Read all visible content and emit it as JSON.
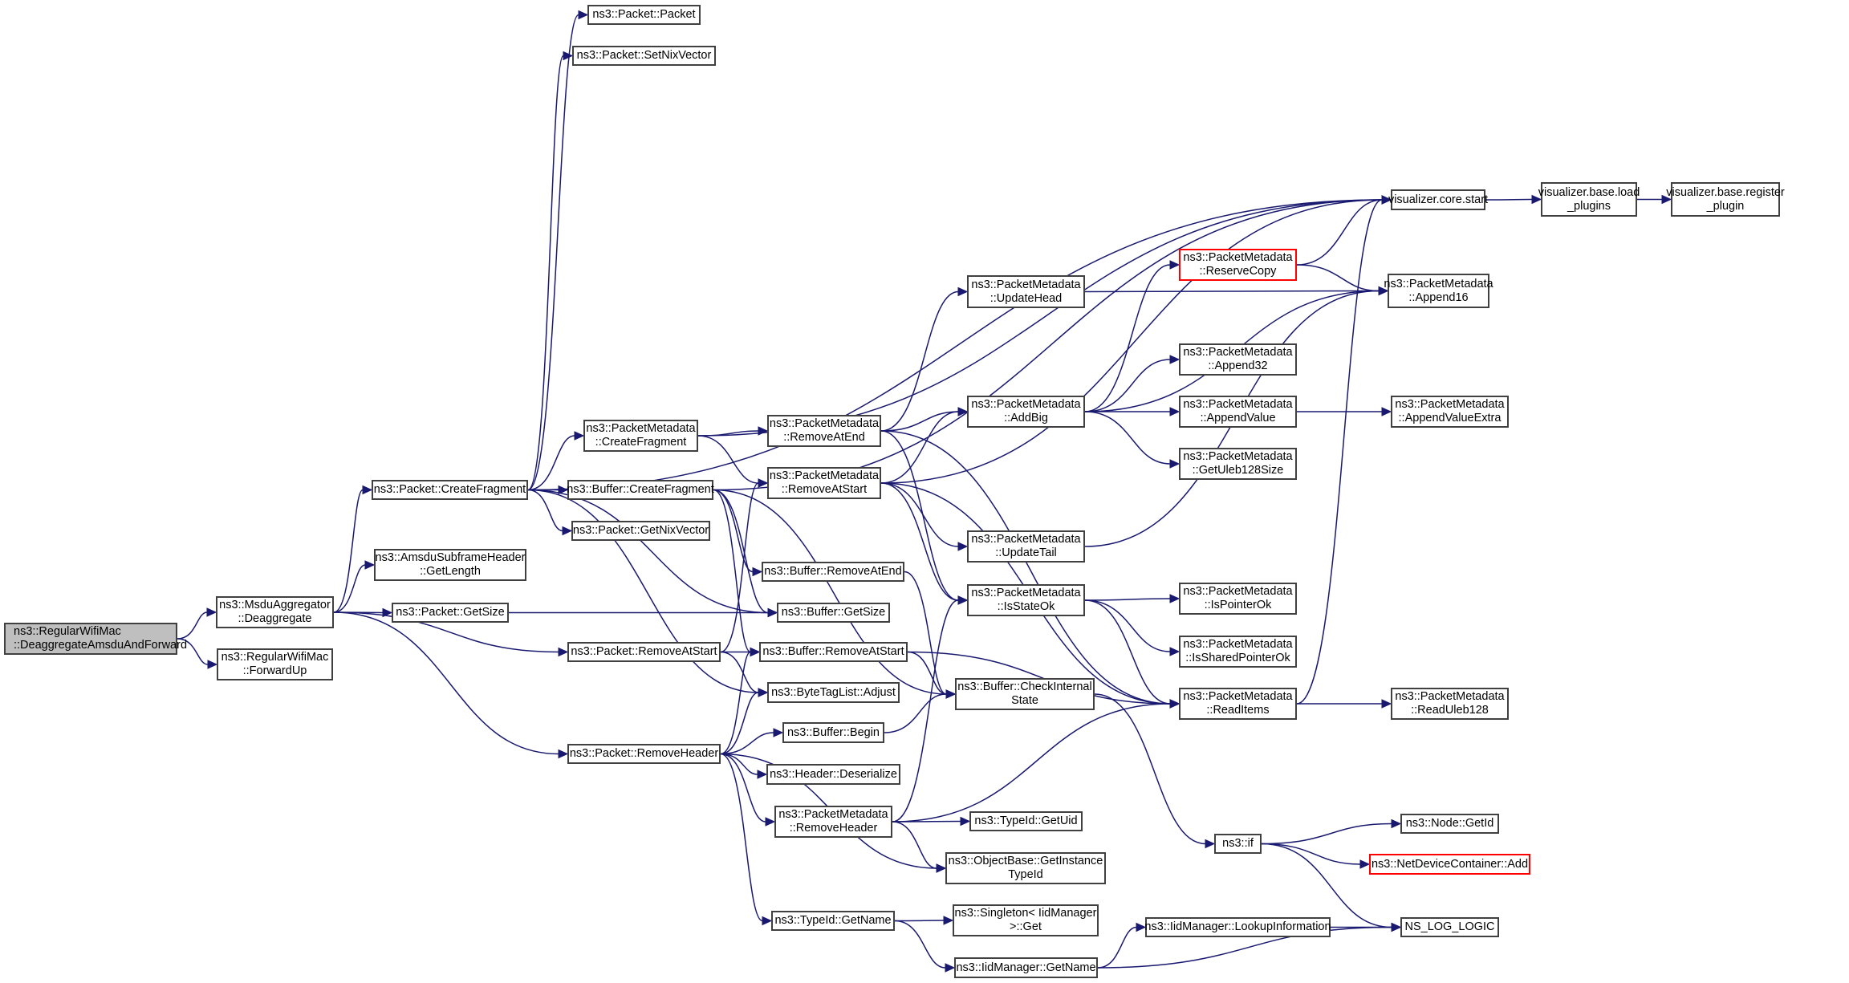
{
  "title": "Call graph for ns3::RegularWifiMac::DeaggregateAmsduAndForward",
  "colors": {
    "edge": "#191970",
    "root_fill": "#bfbfbf",
    "node_border": "#404040",
    "truncated_border": "#ff0000"
  },
  "nodes": [
    {
      "id": "root",
      "label": "ns3::RegularWifiMac\n::DeaggregateAmsduAndForward",
      "kind": "root"
    },
    {
      "id": "deaggregate",
      "label": "ns3::MsduAggregator\n::Deaggregate"
    },
    {
      "id": "forwardup",
      "label": "ns3::RegularWifiMac\n::ForwardUp"
    },
    {
      "id": "pkt_createfragment",
      "label": "ns3::Packet::CreateFragment"
    },
    {
      "id": "amsdu_getlength",
      "label": "ns3::AmsduSubframeHeader\n::GetLength"
    },
    {
      "id": "pkt_getsize",
      "label": "ns3::Packet::GetSize"
    },
    {
      "id": "pkt_removeatstart",
      "label": "ns3::Packet::RemoveAtStart"
    },
    {
      "id": "pkt_removeheader",
      "label": "ns3::Packet::RemoveHeader"
    },
    {
      "id": "pkt_packet",
      "label": "ns3::Packet::Packet"
    },
    {
      "id": "pkt_setnixvector",
      "label": "ns3::Packet::SetNixVector"
    },
    {
      "id": "pm_createfragment",
      "label": "ns3::PacketMetadata\n::CreateFragment"
    },
    {
      "id": "buf_createfragment",
      "label": "ns3::Buffer::CreateFragment"
    },
    {
      "id": "pkt_getnixvector",
      "label": "ns3::Packet::GetNixVector"
    },
    {
      "id": "buf_removeatend",
      "label": "ns3::Buffer::RemoveAtEnd"
    },
    {
      "id": "buf_getsize",
      "label": "ns3::Buffer::GetSize"
    },
    {
      "id": "buf_removeatstart",
      "label": "ns3::Buffer::RemoveAtStart"
    },
    {
      "id": "btl_adjust",
      "label": "ns3::ByteTagList::Adjust"
    },
    {
      "id": "buf_begin",
      "label": "ns3::Buffer::Begin"
    },
    {
      "id": "hdr_deserialize",
      "label": "ns3::Header::Deserialize"
    },
    {
      "id": "pm_removeheader",
      "label": "ns3::PacketMetadata\n::RemoveHeader"
    },
    {
      "id": "typeid_getname",
      "label": "ns3::TypeId::GetName"
    },
    {
      "id": "pm_removeatend",
      "label": "ns3::PacketMetadata\n::RemoveAtEnd"
    },
    {
      "id": "pm_removeatstart",
      "label": "ns3::PacketMetadata\n::RemoveAtStart"
    },
    {
      "id": "pm_updatehead",
      "label": "ns3::PacketMetadata\n::UpdateHead"
    },
    {
      "id": "pm_addbig",
      "label": "ns3::PacketMetadata\n::AddBig"
    },
    {
      "id": "pm_updatetail",
      "label": "ns3::PacketMetadata\n::UpdateTail"
    },
    {
      "id": "pm_isstateok",
      "label": "ns3::PacketMetadata\n::IsStateOk"
    },
    {
      "id": "buf_checkinternalstate",
      "label": "ns3::Buffer::CheckInternal\nState"
    },
    {
      "id": "typeid_getuid",
      "label": "ns3::TypeId::GetUid"
    },
    {
      "id": "objbase_getinstancetypeid",
      "label": "ns3::ObjectBase::GetInstance\nTypeId"
    },
    {
      "id": "singleton_get",
      "label": "ns3::Singleton< IidManager\n>::Get"
    },
    {
      "id": "iid_getname",
      "label": "ns3::IidManager::GetName"
    },
    {
      "id": "pm_reservecopy",
      "label": "ns3::PacketMetadata\n::ReserveCopy",
      "kind": "truncated"
    },
    {
      "id": "pm_append32",
      "label": "ns3::PacketMetadata\n::Append32"
    },
    {
      "id": "pm_appendvalue",
      "label": "ns3::PacketMetadata\n::AppendValue"
    },
    {
      "id": "pm_getuleb128size",
      "label": "ns3::PacketMetadata\n::GetUleb128Size"
    },
    {
      "id": "pm_ispointerok",
      "label": "ns3::PacketMetadata\n::IsPointerOk"
    },
    {
      "id": "pm_issharedpointerok",
      "label": "ns3::PacketMetadata\n::IsSharedPointerOk"
    },
    {
      "id": "pm_readitems",
      "label": "ns3::PacketMetadata\n::ReadItems"
    },
    {
      "id": "ns3_if",
      "label": "ns3::if"
    },
    {
      "id": "iid_lookupinformation",
      "label": "ns3::IidManager::LookupInformation"
    },
    {
      "id": "vis_core_start",
      "label": "visualizer.core.start"
    },
    {
      "id": "pm_append16",
      "label": "ns3::PacketMetadata\n::Append16"
    },
    {
      "id": "pm_appendvalueextra",
      "label": "ns3::PacketMetadata\n::AppendValueExtra"
    },
    {
      "id": "pm_readuleb128",
      "label": "ns3::PacketMetadata\n::ReadUleb128"
    },
    {
      "id": "node_getid",
      "label": "ns3::Node::GetId"
    },
    {
      "id": "ndc_add",
      "label": "ns3::NetDeviceContainer::Add",
      "kind": "truncated"
    },
    {
      "id": "ns_log_logic",
      "label": "NS_LOG_LOGIC"
    },
    {
      "id": "vis_load_plugins",
      "label": "visualizer.base.load\n_plugins"
    },
    {
      "id": "vis_register_plugin",
      "label": "visualizer.base.register\n_plugin"
    }
  ],
  "edges": [
    [
      "root",
      "deaggregate"
    ],
    [
      "root",
      "forwardup"
    ],
    [
      "deaggregate",
      "pkt_createfragment"
    ],
    [
      "deaggregate",
      "amsdu_getlength"
    ],
    [
      "deaggregate",
      "pkt_getsize"
    ],
    [
      "deaggregate",
      "pkt_removeatstart"
    ],
    [
      "deaggregate",
      "pkt_removeheader"
    ],
    [
      "pkt_createfragment",
      "pkt_packet"
    ],
    [
      "pkt_createfragment",
      "pkt_setnixvector"
    ],
    [
      "pkt_createfragment",
      "vis_core_start"
    ],
    [
      "pkt_createfragment",
      "pm_createfragment"
    ],
    [
      "pkt_createfragment",
      "buf_createfragment"
    ],
    [
      "pkt_createfragment",
      "pkt_getnixvector"
    ],
    [
      "pkt_createfragment",
      "buf_getsize"
    ],
    [
      "pkt_createfragment",
      "btl_adjust"
    ],
    [
      "pkt_getsize",
      "buf_getsize"
    ],
    [
      "pkt_removeatstart",
      "pm_removeatstart"
    ],
    [
      "pkt_removeatstart",
      "buf_removeatstart"
    ],
    [
      "pkt_removeatstart",
      "btl_adjust"
    ],
    [
      "pkt_removeheader",
      "buf_removeatstart"
    ],
    [
      "pkt_removeheader",
      "btl_adjust"
    ],
    [
      "pkt_removeheader",
      "buf_begin"
    ],
    [
      "pkt_removeheader",
      "hdr_deserialize"
    ],
    [
      "pkt_removeheader",
      "pm_removeheader"
    ],
    [
      "pkt_removeheader",
      "objbase_getinstancetypeid"
    ],
    [
      "pkt_removeheader",
      "typeid_getname"
    ],
    [
      "pm_createfragment",
      "vis_core_start"
    ],
    [
      "pm_createfragment",
      "pm_removeatend"
    ],
    [
      "pm_createfragment",
      "pm_removeatstart"
    ],
    [
      "buf_createfragment",
      "vis_core_start"
    ],
    [
      "buf_createfragment",
      "buf_removeatend"
    ],
    [
      "buf_createfragment",
      "buf_getsize"
    ],
    [
      "buf_createfragment",
      "buf_removeatstart"
    ],
    [
      "buf_createfragment",
      "buf_checkinternalstate"
    ],
    [
      "buf_removeatend",
      "buf_checkinternalstate"
    ],
    [
      "buf_removeatstart",
      "buf_checkinternalstate"
    ],
    [
      "buf_removeatstart",
      "pm_readitems"
    ],
    [
      "buf_begin",
      "buf_checkinternalstate"
    ],
    [
      "pm_removeheader",
      "pm_isstateok"
    ],
    [
      "pm_removeheader",
      "pm_readitems"
    ],
    [
      "pm_removeheader",
      "typeid_getuid"
    ],
    [
      "pm_removeheader",
      "objbase_getinstancetypeid"
    ],
    [
      "typeid_getname",
      "singleton_get"
    ],
    [
      "typeid_getname",
      "iid_getname"
    ],
    [
      "iid_getname",
      "iid_lookupinformation"
    ],
    [
      "iid_getname",
      "ns_log_logic"
    ],
    [
      "pm_removeatend",
      "pm_updatehead"
    ],
    [
      "pm_removeatend",
      "pm_addbig"
    ],
    [
      "pm_removeatend",
      "pm_isstateok"
    ],
    [
      "pm_removeatend",
      "pm_readitems"
    ],
    [
      "pm_removeatstart",
      "pm_addbig"
    ],
    [
      "pm_removeatstart",
      "pm_updatetail"
    ],
    [
      "pm_removeatstart",
      "pm_isstateok"
    ],
    [
      "pm_removeatstart",
      "pm_readitems"
    ],
    [
      "pm_removeatstart",
      "vis_core_start"
    ],
    [
      "pm_updatehead",
      "pm_append16"
    ],
    [
      "pm_updatetail",
      "pm_append16"
    ],
    [
      "pm_addbig",
      "pm_reservecopy"
    ],
    [
      "pm_addbig",
      "pm_append16"
    ],
    [
      "pm_addbig",
      "pm_append32"
    ],
    [
      "pm_addbig",
      "pm_appendvalue"
    ],
    [
      "pm_addbig",
      "pm_getuleb128size"
    ],
    [
      "pm_isstateok",
      "pm_ispointerok"
    ],
    [
      "pm_isstateok",
      "pm_issharedpointerok"
    ],
    [
      "pm_isstateok",
      "pm_readitems"
    ],
    [
      "buf_checkinternalstate",
      "ns3_if"
    ],
    [
      "pm_reservecopy",
      "vis_core_start"
    ],
    [
      "pm_reservecopy",
      "pm_append16"
    ],
    [
      "pm_appendvalue",
      "pm_appendvalueextra"
    ],
    [
      "pm_readitems",
      "pm_readuleb128"
    ],
    [
      "pm_readitems",
      "vis_core_start"
    ],
    [
      "ns3_if",
      "node_getid"
    ],
    [
      "ns3_if",
      "ndc_add"
    ],
    [
      "ns3_if",
      "ns_log_logic"
    ],
    [
      "iid_lookupinformation",
      "ns_log_logic"
    ],
    [
      "vis_core_start",
      "vis_load_plugins"
    ],
    [
      "vis_load_plugins",
      "vis_register_plugin"
    ]
  ]
}
